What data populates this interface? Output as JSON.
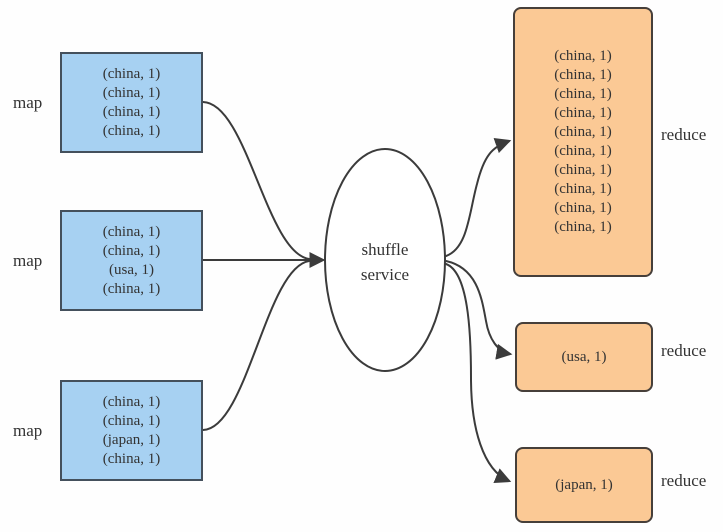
{
  "colors": {
    "background": "#fefefe",
    "map_fill": "#a7d1f2",
    "map_border": "#44505c",
    "reduce_fill": "#fbc995",
    "reduce_border": "#463f3a",
    "line": "#3b3b3b",
    "text": "#333333"
  },
  "shuffle": {
    "label": "shuffle\nservice"
  },
  "map_nodes": [
    {
      "label": "map",
      "tuples": [
        "(china, 1)",
        "(china, 1)",
        "(china, 1)",
        "(china, 1)"
      ]
    },
    {
      "label": "map",
      "tuples": [
        "(china, 1)",
        "(china, 1)",
        "(usa, 1)",
        "(china, 1)"
      ]
    },
    {
      "label": "map",
      "tuples": [
        "(china, 1)",
        "(china, 1)",
        "(japan, 1)",
        "(china, 1)"
      ]
    }
  ],
  "reduce_nodes": [
    {
      "label": "reduce",
      "tuples": [
        "(china, 1)",
        "(china, 1)",
        "(china, 1)",
        "(china, 1)",
        "(china, 1)",
        "(china, 1)",
        "(china, 1)",
        "(china, 1)",
        "(china, 1)",
        "(china, 1)"
      ]
    },
    {
      "label": "reduce",
      "tuples": [
        "(usa, 1)"
      ]
    },
    {
      "label": "reduce",
      "tuples": [
        "(japan, 1)"
      ]
    }
  ]
}
